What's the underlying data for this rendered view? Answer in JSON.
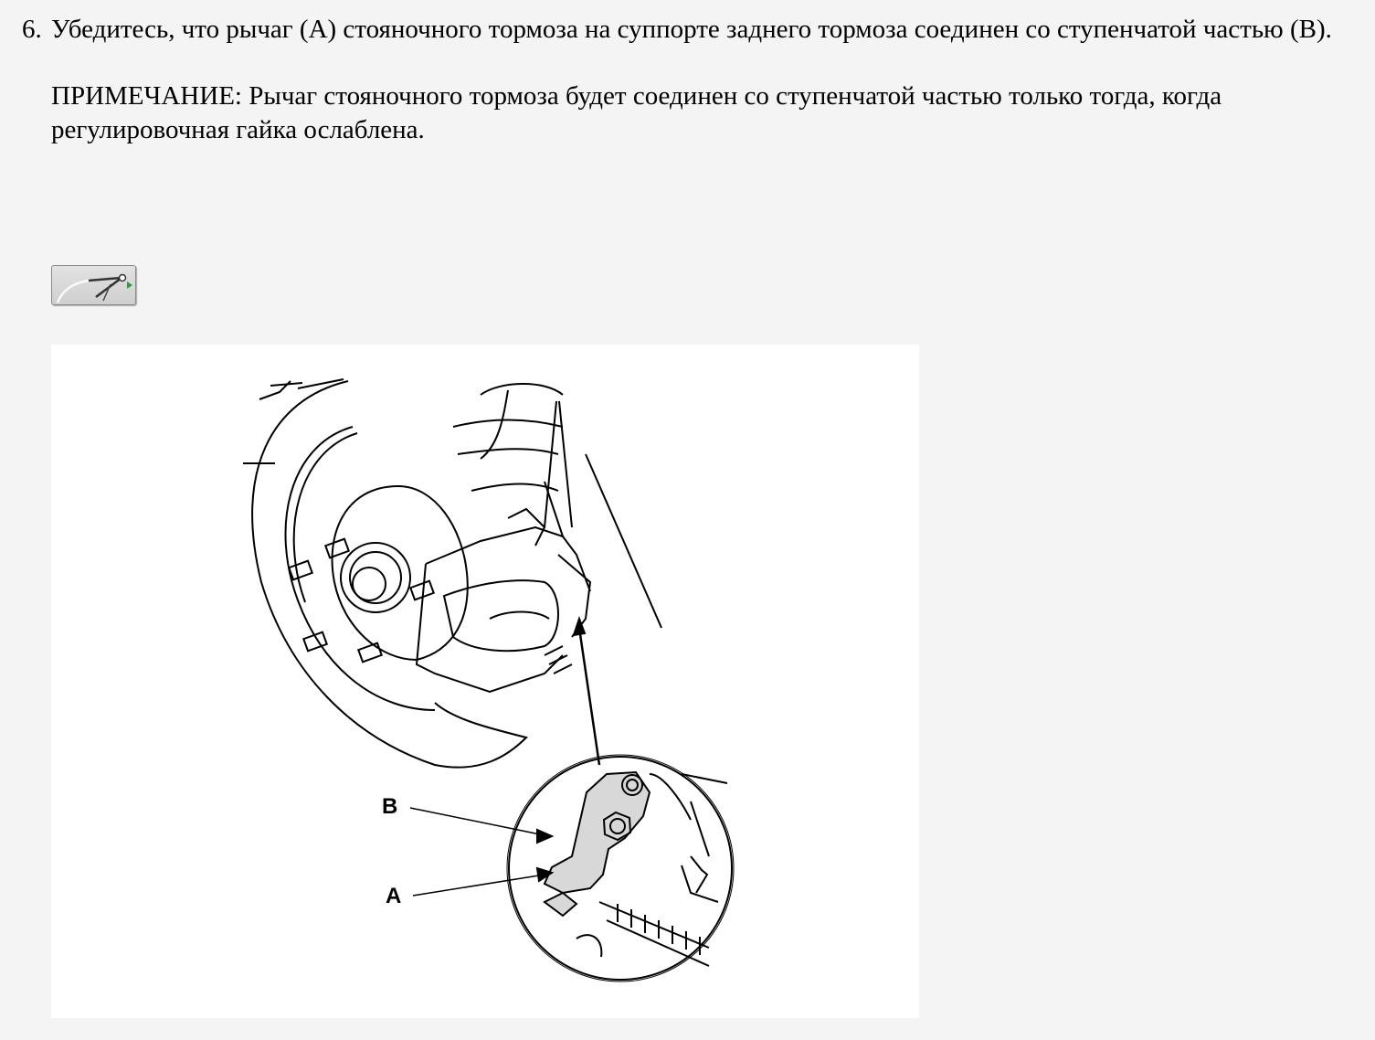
{
  "step": {
    "number": "6.",
    "text": "Убедитесь, что рычаг (A) стояночного тормоза на суппорте заднего тормоза соединен со ступенчатой частью (B).",
    "note": "ПРИМЕЧАНИЕ: Рычаг стояночного тормоза будет соединен со ступенчатой частью только тогда, когда регулировочная гайка ослаблена."
  },
  "tool_button": {
    "icon": "measuring-compass-icon",
    "arrow_color": "#2e9b3a"
  },
  "figure": {
    "description": "Rear brake disc and caliper with magnified detail of parking brake lever",
    "callouts": [
      {
        "label": "B",
        "meaning": "stepped part"
      },
      {
        "label": "A",
        "meaning": "parking brake lever"
      }
    ],
    "highlight_color": "#d8d8d8"
  }
}
